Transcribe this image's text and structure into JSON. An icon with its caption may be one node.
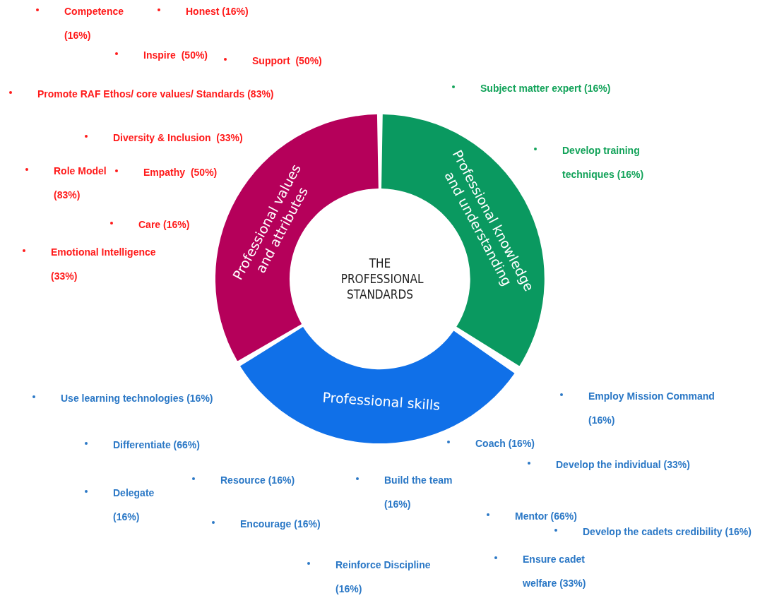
{
  "diagram": {
    "nodes": [
      {
        "text": [
          "Professional values and attributes"
        ],
        "beside": [
          "Competence (16%)",
          "Honest (16%)",
          "Inspire  (50%)",
          "Support  (50%)",
          "Promote RAF Ethos/ core values/ Standards (83%)",
          "Diversity & Inclusion  (33%)",
          "Role Model  (83%)",
          "Empathy  (50%)",
          "Care (16%)",
          "Emotional Intelligence (33%)"
        ]
      },
      {
        "text": [
          "Professional knowledge and understanding"
        ],
        "beside": [
          "Subject matter expert (16%)",
          "Develop training techniques (16%)"
        ]
      },
      {
        "text": [
          "Professional skills"
        ],
        "beside": [
          "Use learning technologies (16%)",
          "Differentiate (66%)",
          "Delegate (16%)",
          "Resource (16%)",
          "Encourage (16%)",
          "Reinforce Discipline (16%)",
          "Build the team (16%)",
          "Coach (16%)",
          "Employ Mission Command (16%)",
          "Develop the individual (33%)",
          "Mentor (66%)",
          "Develop the cadets credibility (16%)",
          "Ensure cadet welfare (33%)"
        ]
      },
      {
        "text": [
          "THE PROFESSIONAL STANDARDS"
        ]
      }
    ],
    "edges": []
  }
}
